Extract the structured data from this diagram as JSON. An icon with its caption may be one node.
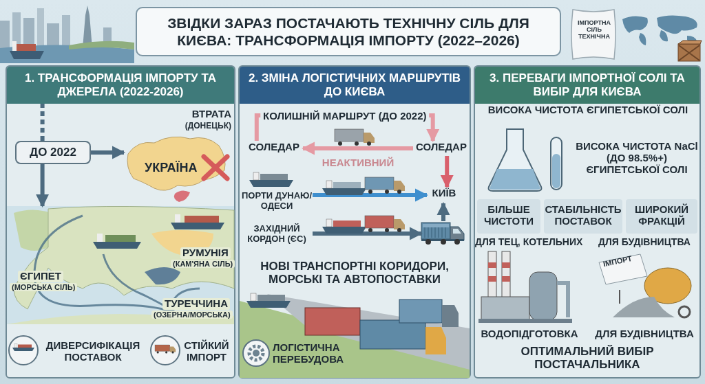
{
  "diagram": {
    "title": "ЗВІДКИ ЗАРАЗ ПОСТАЧАЮТЬ ТЕХНІЧНУ СІЛЬ ДЛЯ КИЄВА: ТРАНСФОРМАЦІЯ ІМПОРТУ (2022–2026)",
    "nodes": [
      {
        "text": [
          "1. ТРАНСФОРМАЦІЯ ІМПОРТУ ТА ДЖЕРЕЛА (2022-2026)"
        ]
      },
      {
        "text": [
          "ДО 2022"
        ],
        "in": 0
      },
      {
        "text": [
          "УКРАЇНА"
        ],
        "in": 0,
        "beside": [
          "ВТРАТА",
          "(ДОНЕЦЬК)"
        ]
      },
      {
        "text": [],
        "shape": "picture",
        "in": 0
      },
      {
        "text": [
          "2. ЗМІНА ЛОГІСТИЧНИХ МАРШРУТІВ ДО КИЄВА"
        ]
      },
      {
        "text": [
          "СОЛЕДАР"
        ],
        "in": 4
      },
      {
        "text": [
          "СОЛЕДАР"
        ],
        "in": 4
      },
      {
        "text": [
          "КИЇВ"
        ],
        "in": 4
      },
      {
        "text": [
          "ПОРТИ ДУНАЮ/ОДЕСИ"
        ],
        "in": 4
      },
      {
        "text": [
          "ЗАХІДНИЙ КОРДОН (ЄС)"
        ],
        "in": 4
      },
      {
        "text": [],
        "shape": "picture",
        "in": 4
      },
      {
        "text": [
          "3. ПЕРЕВАГИ ІМПОРТНОЇ СОЛІ ТА ВИБІР ДЛЯ КИЄВА"
        ]
      },
      {
        "text": [
          "БІЛЬШЕ ЧИСТОТИ"
        ],
        "in": 11
      },
      {
        "text": [
          "СТАБІЛЬНІСТЬ ПОСТАВОК"
        ],
        "in": 11
      },
      {
        "text": [
          "ШИРОКИЙ ФРАКЦІЙ"
        ],
        "in": 11
      }
    ],
    "edges": [
      {
        "from": null,
        "to": 1,
        "arrow": "none",
        "style": "dashed"
      },
      {
        "from": 1,
        "to": 2,
        "arrow": "to"
      },
      {
        "from": 1,
        "to": 3,
        "arrow": "to"
      },
      {
        "from": 6,
        "to": 5,
        "arrow": "to",
        "label": "НЕАКТИВНИЙ",
        "color": "#e59aa3"
      },
      {
        "from": 5,
        "to": 6,
        "arrow": "to",
        "label": "КОЛИШНІЙ МАРШРУТ (ДО 2022)",
        "color": "#e59aa3"
      },
      {
        "from": 6,
        "to": 7,
        "arrow": "to",
        "color": "#d9606c"
      },
      {
        "from": 8,
        "to": 7,
        "arrow": "to",
        "color": "#3f8fce"
      },
      {
        "from": 9,
        "to": 10,
        "arrow": "to"
      },
      {
        "from": 10,
        "to": 7,
        "arrow": "to"
      }
    ],
    "labels": [
      "ІМПОРТНА СІЛЬ ТЕХНІЧНА",
      "РУМУНІЯ",
      "(КАМ'ЯНА СІЛЬ)",
      "ЄГИПЕТ",
      "(МОРСЬКА СІЛЬ)",
      "ТУРЕЧЧИНА",
      "(ОЗЕРНА/МОРСЬКА)",
      "ДИВЕРСИФІКАЦІЯ ПОСТАВОК",
      "СТІЙКИЙ ІМПОРТ",
      "НОВІ ТРАНСПОРТНІ КОРИДОРИ, МОРСЬКІ ТА АВТОПОСТАВКИ",
      "ЛОГІСТИЧНА ПЕРЕБУДОВА",
      "ВИСОКА ЧИСТОТА ЄГИПЕТСЬКОЇ СОЛІ",
      "ВИСОКА ЧИСТОТА NaCl (ДО 98.5%+) ЄГИПЕТСЬКОЇ СОЛІ",
      "ДЛЯ ТЕЦ, КОТЕЛЬНИХ",
      "ДЛЯ БУДІВНИЦТВА",
      "ІМПОРТ",
      "ВОДОПІДГОТОВКА",
      "ДЛЯ БУДІВНИЦТВА",
      "ОПТИМАЛЬНИЙ ВИБІР ПОСТАЧАЛЬНИКА"
    ]
  }
}
